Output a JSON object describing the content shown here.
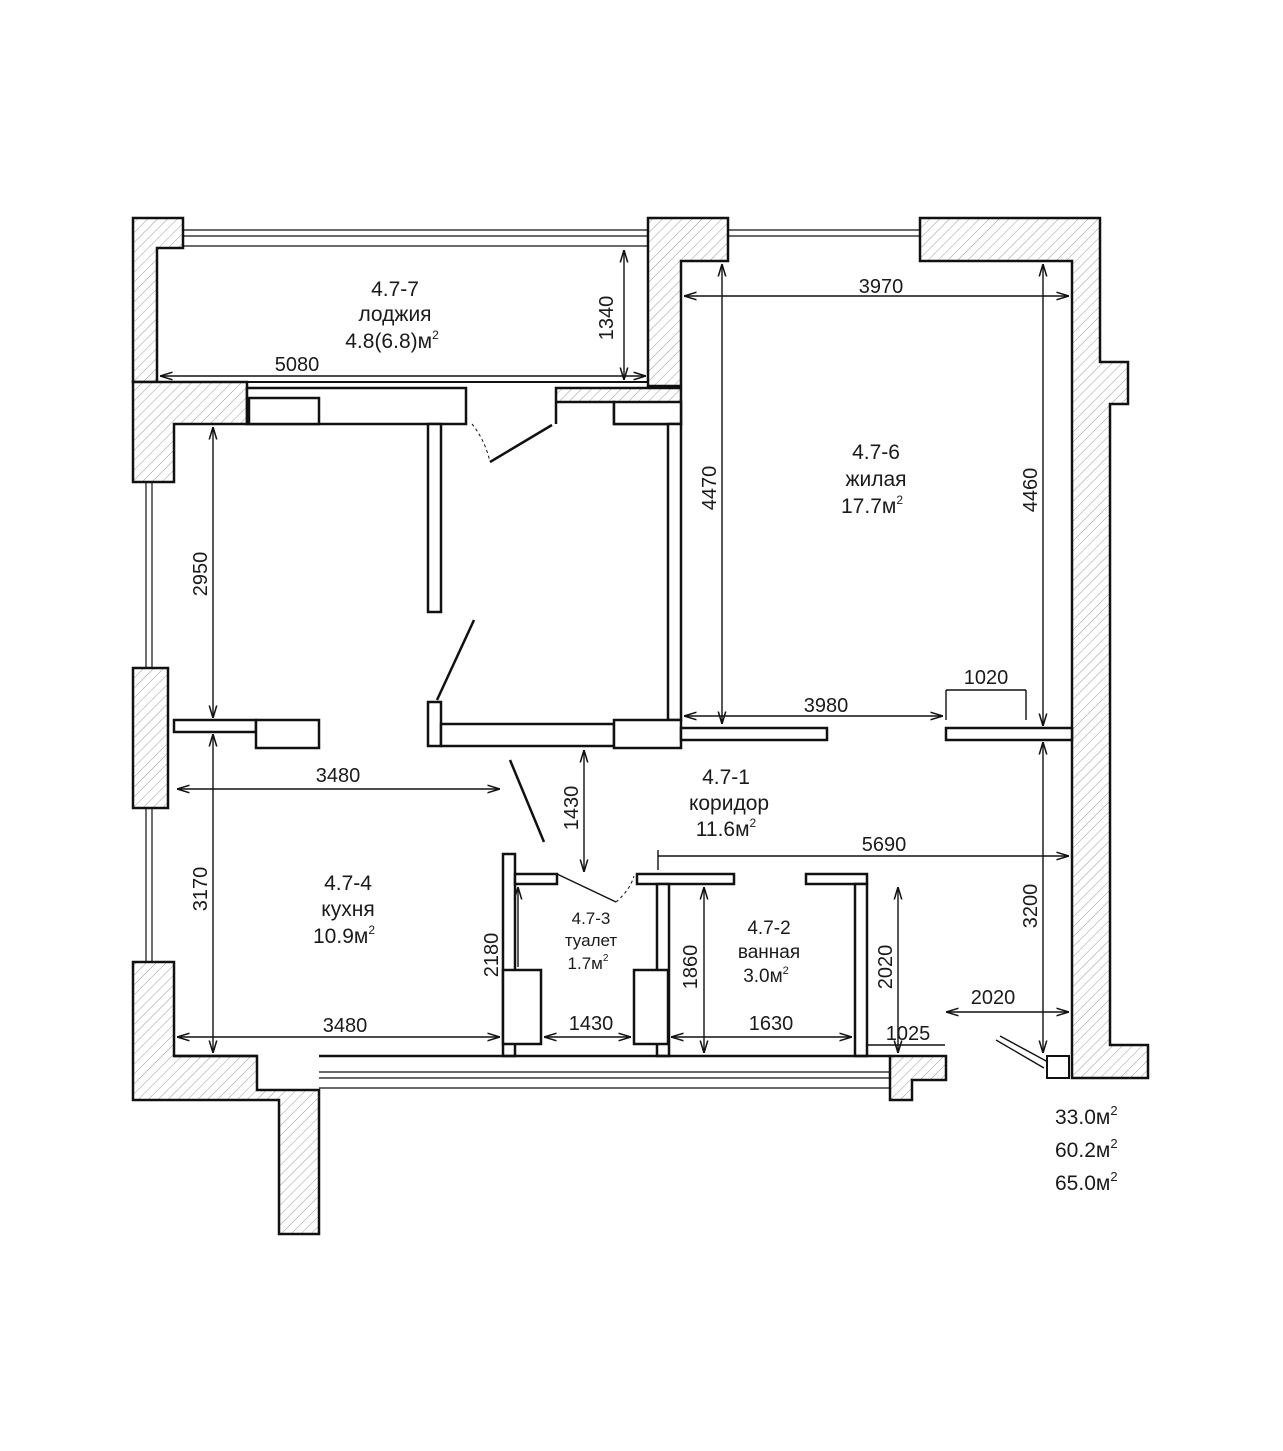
{
  "rooms": [
    {
      "number": "4.7-7",
      "name": "лоджия",
      "area": "4.8(6.8)м",
      "sup": "2"
    },
    {
      "number": "4.7-6",
      "name": "жилая",
      "area": "17.7м",
      "sup": "2"
    },
    {
      "number": "4.7-1",
      "name": "коридор",
      "area": "11.6м",
      "sup": "2"
    },
    {
      "number": "4.7-4",
      "name": "кухня",
      "area": "10.9м",
      "sup": "2"
    },
    {
      "number": "4.7-3",
      "name": "туалет",
      "area": "1.7м",
      "sup": "2"
    },
    {
      "number": "4.7-2",
      "name": "ванная",
      "area": "3.0м",
      "sup": "2"
    }
  ],
  "dimensions": {
    "loggia_width": "5080",
    "loggia_depth": "1340",
    "living_width_top": "3970",
    "living_height_left": "4470",
    "living_height_right": "4460",
    "living_width_bottom": "3980",
    "door_width": "1020",
    "upper_left_height": "2950",
    "middle_width": "3480",
    "corridor_height": "1430",
    "corridor_width": "5690",
    "corridor_right_height": "3200",
    "kitchen_height": "3170",
    "kitchen_width": "3480",
    "toilet_height": "2180",
    "toilet_width": "1430",
    "bath_height": "1860",
    "bath_width": "1630",
    "niche_height": "2020",
    "niche_width": "1025",
    "entry_width": "2020"
  },
  "totals": [
    {
      "value": "33.0м",
      "sup": "2"
    },
    {
      "value": "60.2м",
      "sup": "2"
    },
    {
      "value": "65.0м",
      "sup": "2"
    }
  ]
}
